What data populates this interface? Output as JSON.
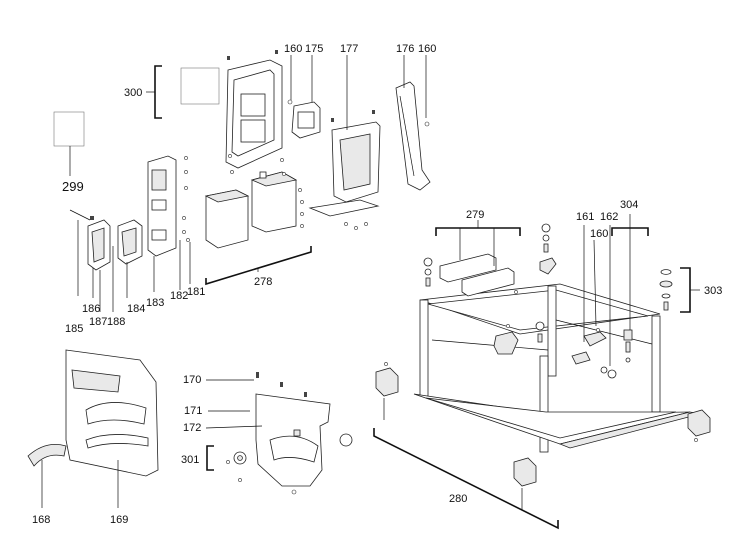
{
  "diagram": {
    "part_numbers": {
      "p160a": "160",
      "p175": "175",
      "p177": "177",
      "p176": "176",
      "p160b": "160",
      "p300": "300",
      "p299": "299",
      "p279": "279",
      "p161": "161",
      "p160c": "160",
      "p304": "304",
      "p162": "162",
      "p303": "303",
      "p278": "278",
      "p185": "185",
      "p186": "186",
      "p187": "187",
      "p188": "188",
      "p184": "184",
      "p183": "183",
      "p182": "182",
      "p181": "181",
      "p170": "170",
      "p171": "171",
      "p172": "172",
      "p301": "301",
      "p168": "168",
      "p169": "169",
      "p280": "280"
    }
  }
}
